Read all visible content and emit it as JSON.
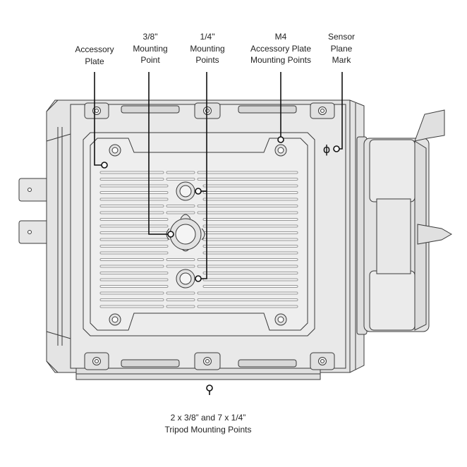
{
  "callouts": {
    "accessory_plate": [
      "Accessory",
      "Plate"
    ],
    "mount_38": [
      "3/8\"",
      "Mounting",
      "Point"
    ],
    "mount_14": [
      "1/4\"",
      "Mounting",
      "Points"
    ],
    "m4_plate": [
      "M4",
      "Accessory Plate",
      "Mounting Points"
    ],
    "sensor_mark": [
      "Sensor",
      "Plane",
      "Mark"
    ],
    "tripod": [
      "2 x 3/8” and 7 x 1/4”",
      "Tripod Mounting Points"
    ]
  },
  "symbols": {
    "sensor_plane": "ϕ"
  },
  "colors": {
    "outline": "#3a3a3a",
    "body_fill": "#e4e4e4",
    "plate_fill": "#eeeeee",
    "leader": "#111111"
  }
}
